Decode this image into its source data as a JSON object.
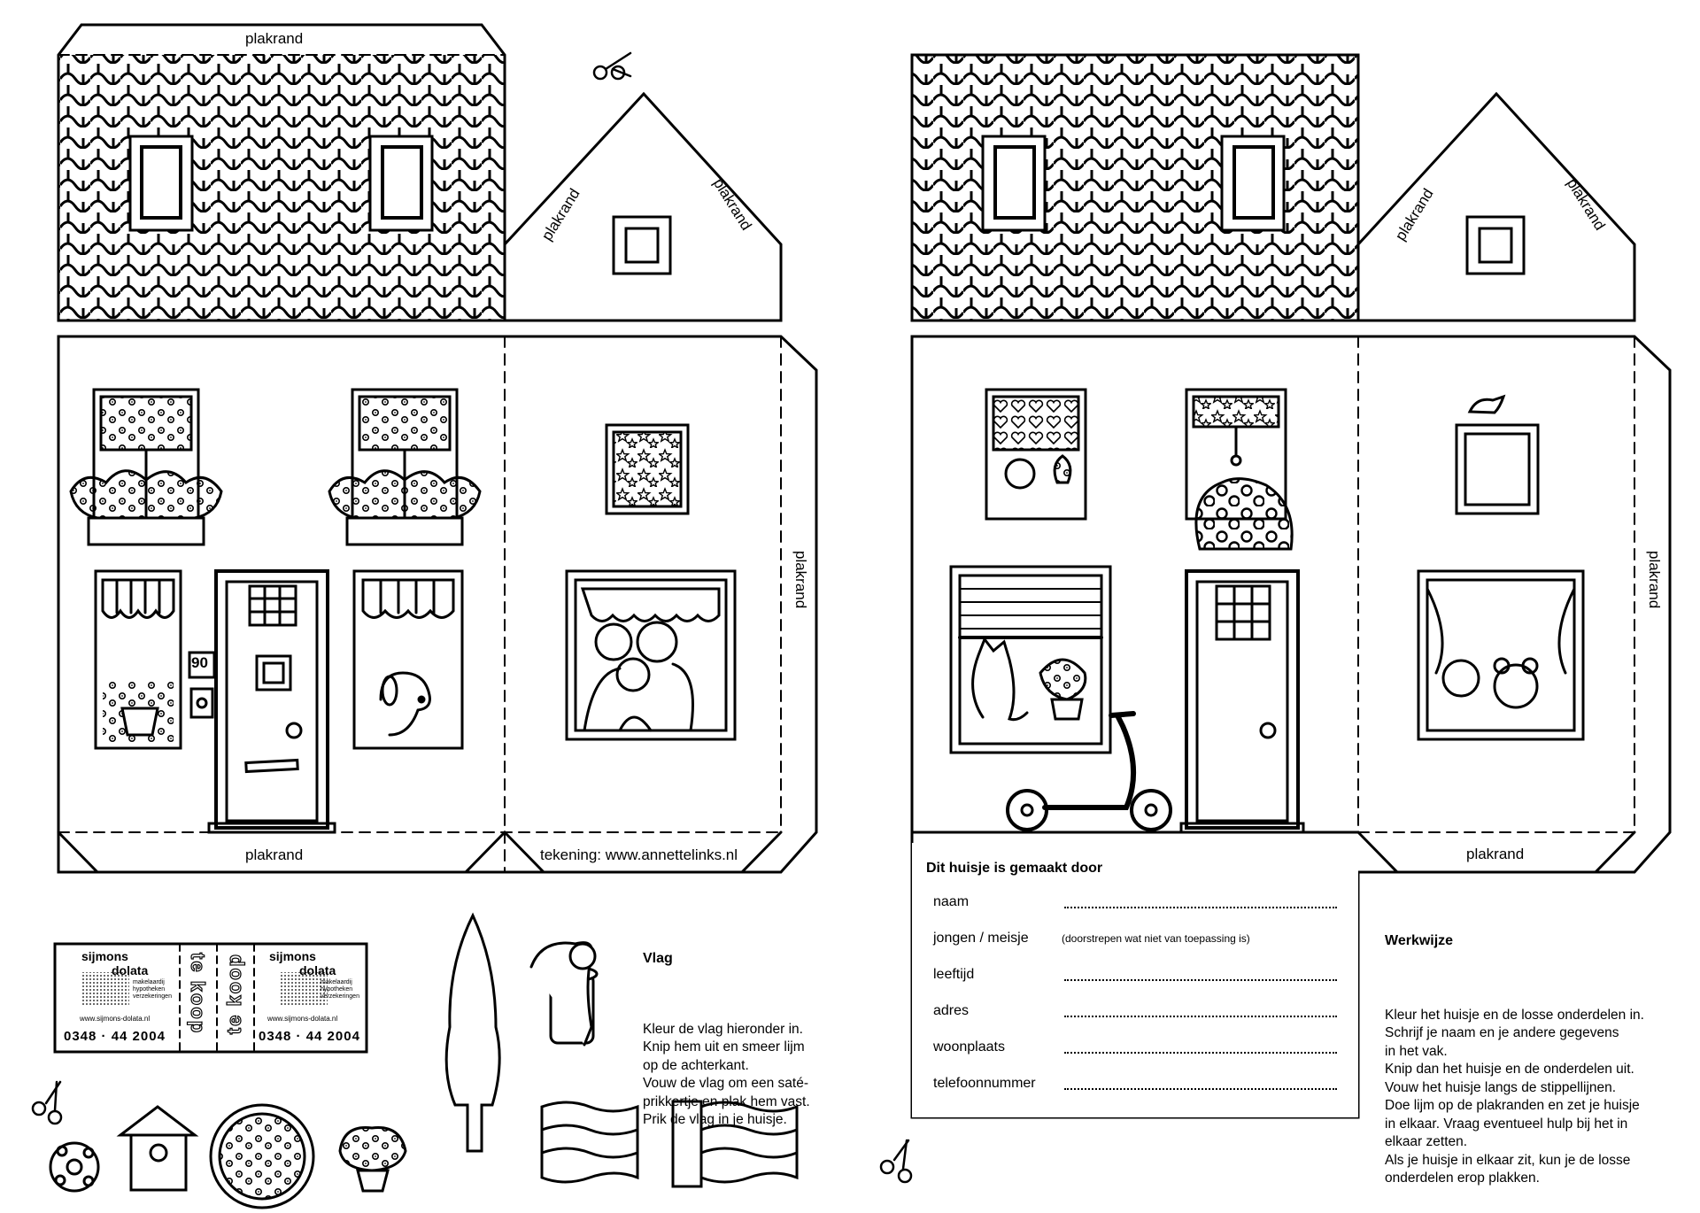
{
  "sheet1": {
    "glue_labels": [
      "plakrand",
      "plakrand",
      "plakrand",
      "plakrand",
      "plakrand"
    ],
    "house_number": "90",
    "credit": "tekening: www.annettelinks.nl"
  },
  "sheet2": {
    "glue_labels": [
      "plakrand",
      "plakrand",
      "plakrand",
      "plakrand"
    ],
    "form": {
      "title": "Dit huisje is gemaakt door",
      "rows": [
        {
          "label": "naam",
          "hint": ""
        },
        {
          "label": "jongen / meisje",
          "hint": "(doorstrepen wat niet van toepassing is)"
        },
        {
          "label": "leeftijd",
          "hint": ""
        },
        {
          "label": "adres",
          "hint": ""
        },
        {
          "label": "woonplaats",
          "hint": ""
        },
        {
          "label": "telefoonnummer",
          "hint": ""
        }
      ]
    },
    "instructions": {
      "title": "Werkwijze",
      "text": "Kleur het huisje en de losse onderdelen in.\nSchrijf je naam en je andere gegevens\nin het vak.\nKnip dan het huisje en de onderdelen uit.\nVouw het huisje langs de stippellijnen.\nDoe lijm op de plakranden en zet je huisje\nin elkaar. Vraag eventueel hulp bij het in\nelkaar zetten.\nAls je huisje in elkaar zit, kun je de losse\nonderdelen erop plakken."
    }
  },
  "flag": {
    "title": "Vlag",
    "text": "Kleur de vlag hieronder in.\nKnip hem uit en smeer lijm\nop de achterkant.\nVouw de vlag om een saté-\nprikkertje en plak hem vast.\nPrik de vlag in je huisje."
  },
  "sign": {
    "brand_line1": "sijmons",
    "brand_line2": "dolata",
    "sub": "makelaardij\nhypotheken\nverzekeringen",
    "url": "www.sijmons-dolata.nl",
    "phone": "0348 · 44 2004",
    "for_sale": "te koop"
  }
}
